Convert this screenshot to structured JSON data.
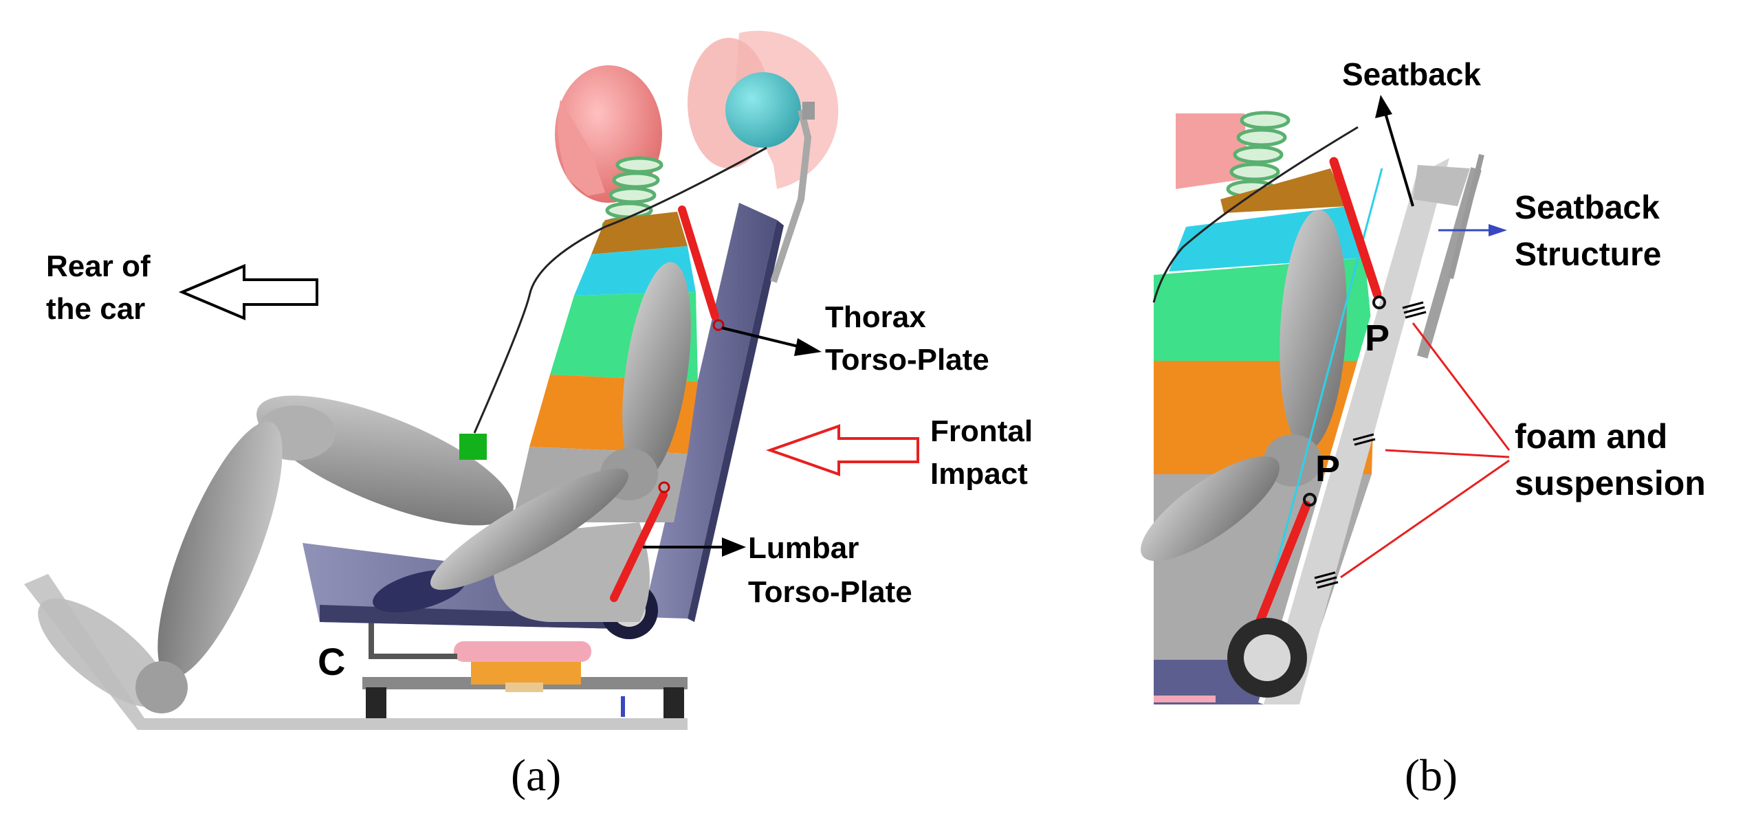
{
  "panel_a": {
    "caption": "(a)",
    "rear_label": [
      "Rear of",
      "the car"
    ],
    "thorax_label": [
      "Thorax",
      "Torso-Plate"
    ],
    "frontal_label": [
      "Frontal",
      "Impact"
    ],
    "lumbar_label": [
      "Lumbar",
      "Torso-Plate"
    ],
    "point_c": "C"
  },
  "panel_b": {
    "caption": "(b)",
    "seatback_label": "Seatback",
    "structure_label": [
      "Seatback",
      "Structure"
    ],
    "foam_label": [
      "foam and",
      "suspension"
    ],
    "pivot_upper": "P",
    "pivot_lower": "P"
  },
  "colors": {
    "seat": "#5b5e8e",
    "plate": "#e82020",
    "frontal_arrow": "#e82020",
    "structure_arrow": "#3848c0",
    "head": "#f08a8a",
    "torso_cyan": "#2fd0e6",
    "torso_green": "#3ee08a",
    "torso_orange": "#f08c1e",
    "limb": "#8e8e8e",
    "green_marker": "#13b21a"
  }
}
